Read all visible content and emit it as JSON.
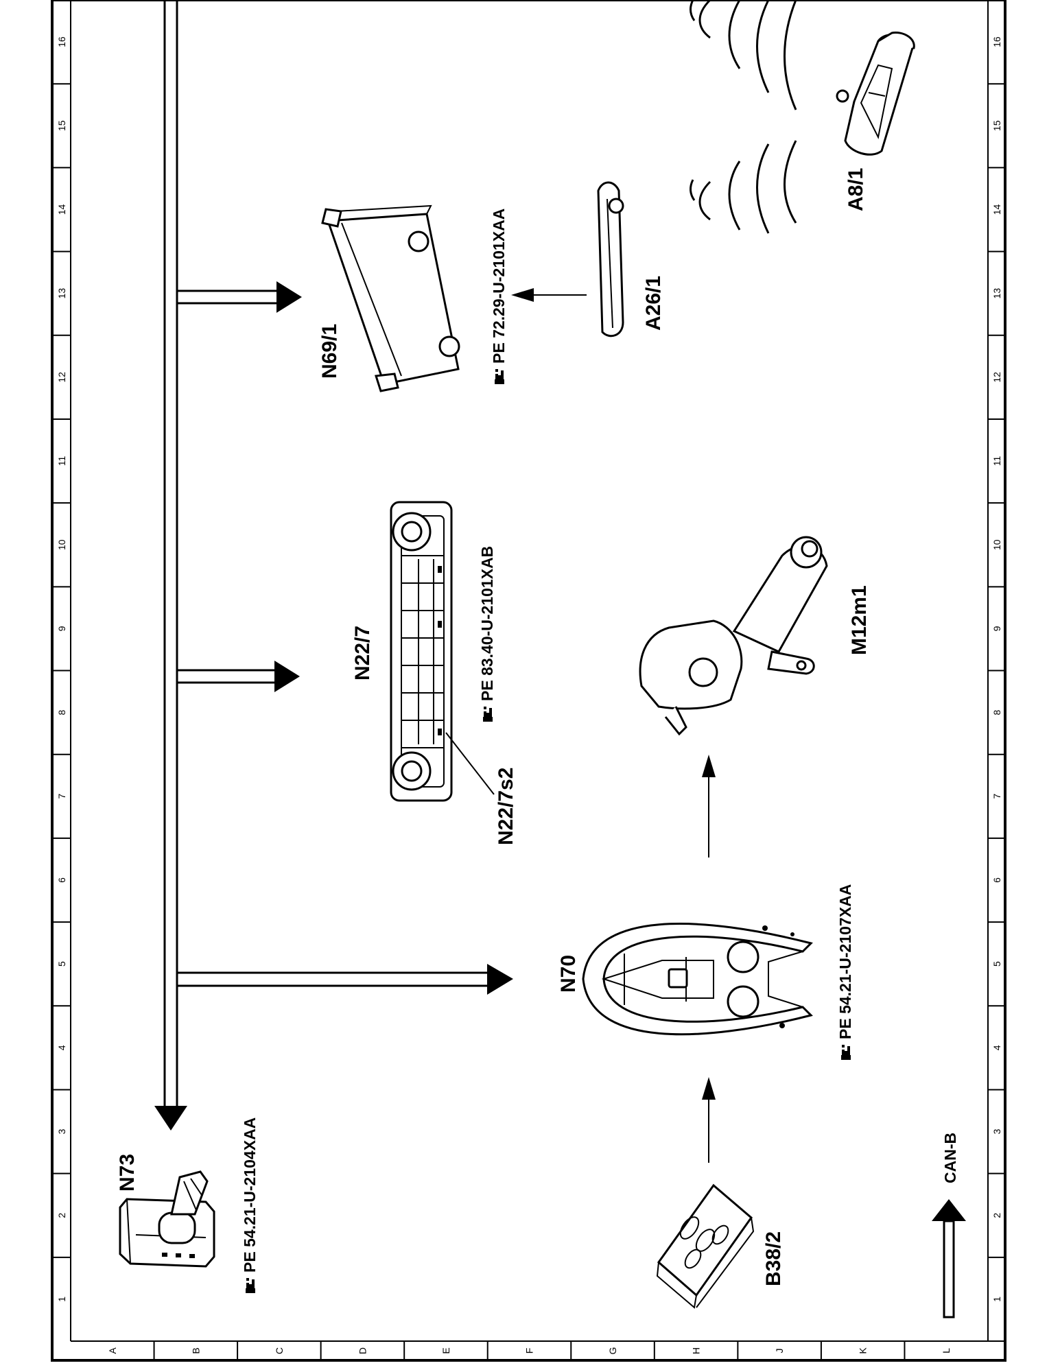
{
  "grid": {
    "columns": [
      "1",
      "2",
      "3",
      "4",
      "5",
      "6",
      "7",
      "8",
      "9",
      "10",
      "11",
      "12",
      "13",
      "14",
      "15",
      "16"
    ],
    "rows": [
      "A",
      "B",
      "C",
      "D",
      "E",
      "F",
      "G",
      "H",
      "J",
      "K",
      "L"
    ]
  },
  "components": {
    "n73": {
      "label": "N73",
      "ref": "PE  54.21-U-2104XAA"
    },
    "n70": {
      "label": "N70",
      "ref": "PE  54.21-U-2107XAA"
    },
    "n22_7": {
      "label": "N22/7",
      "ref": "PE  83.40-U-2101XAB"
    },
    "n22_7s2": {
      "label": "N22/7s2"
    },
    "n69_1": {
      "label": "N69/1",
      "ref": "PE  72.29-U-2101XAA"
    },
    "a26_1": {
      "label": "A26/1"
    },
    "a8_1": {
      "label": "A8/1"
    },
    "m12m1": {
      "label": "M12m1"
    },
    "b38_2": {
      "label": "B38/2"
    }
  },
  "legend": {
    "bus_label": "CAN-B"
  },
  "icons": [
    "pointing-hand-icon",
    "bus-arrow-icon"
  ]
}
